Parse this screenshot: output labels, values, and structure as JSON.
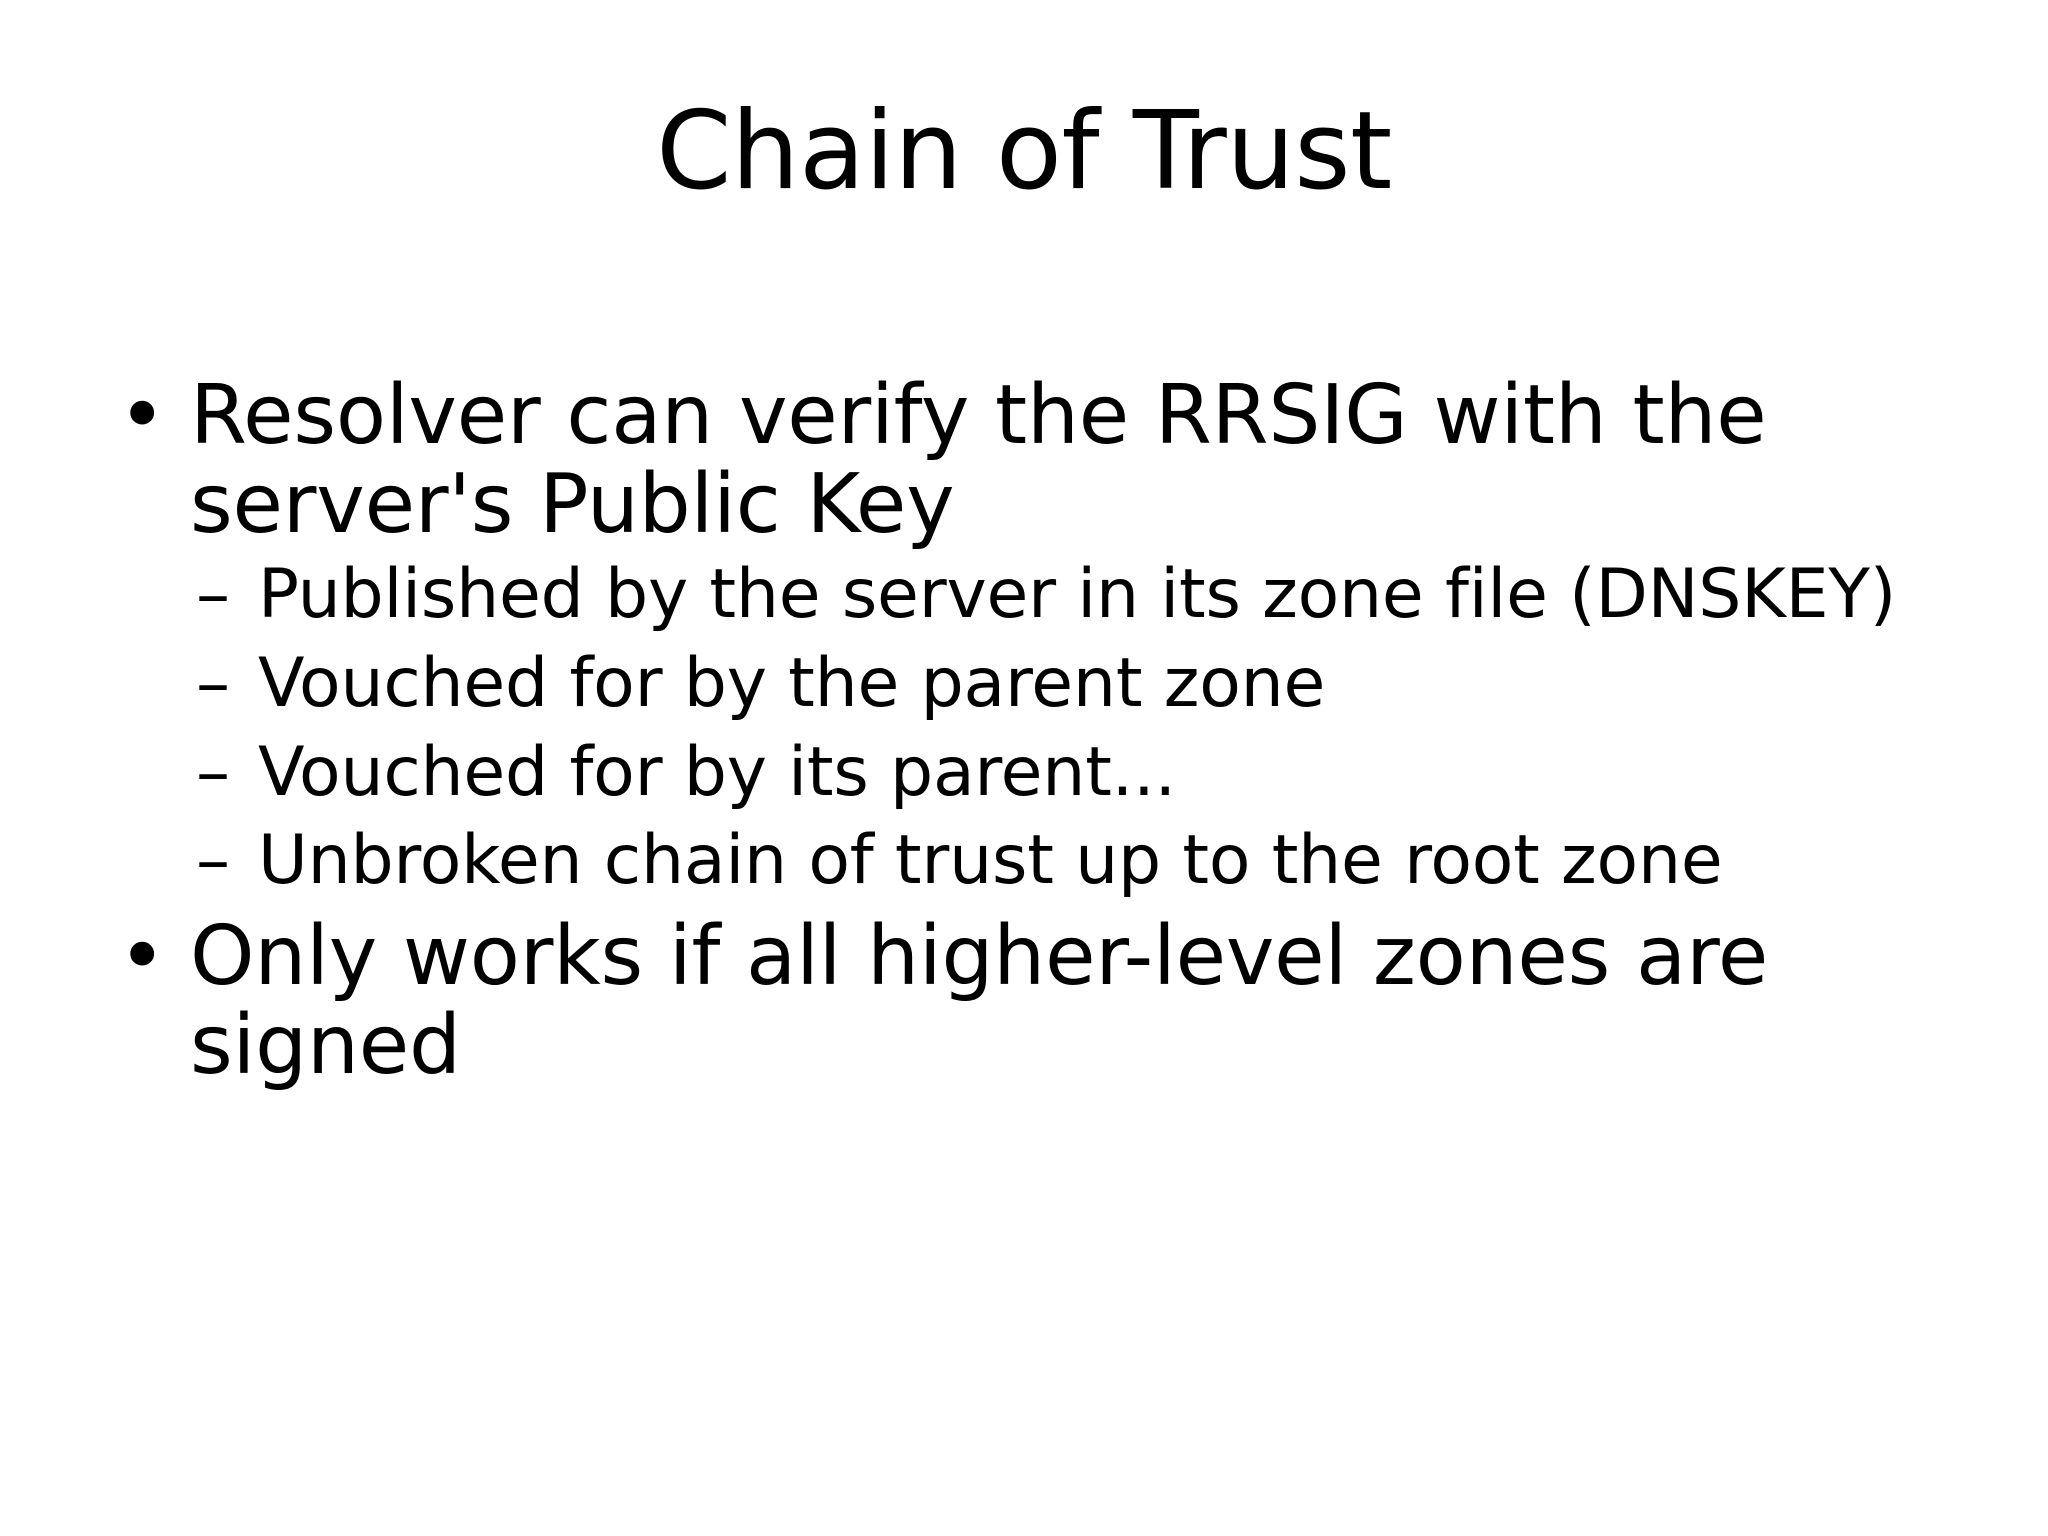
{
  "slide": {
    "title": "Chain of Trust",
    "background_color": "#ffffff",
    "text_color": "#000000",
    "level1_marker": "•",
    "level2_marker": "–",
    "content": [
      {
        "level": 1,
        "text": "Resolver can verify the RRSIG with the server's Public Key",
        "children": [
          {
            "level": 2,
            "text": "Published by the server in its zone file (DNSKEY)"
          },
          {
            "level": 2,
            "text": "Vouched for by the parent zone"
          },
          {
            "level": 2,
            "text": "Vouched for by its parent..."
          },
          {
            "level": 2,
            "text": "Unbroken chain of trust up to the root zone"
          }
        ]
      },
      {
        "level": 1,
        "text": "Only works if all higher-level zones are signed",
        "children": []
      }
    ]
  }
}
